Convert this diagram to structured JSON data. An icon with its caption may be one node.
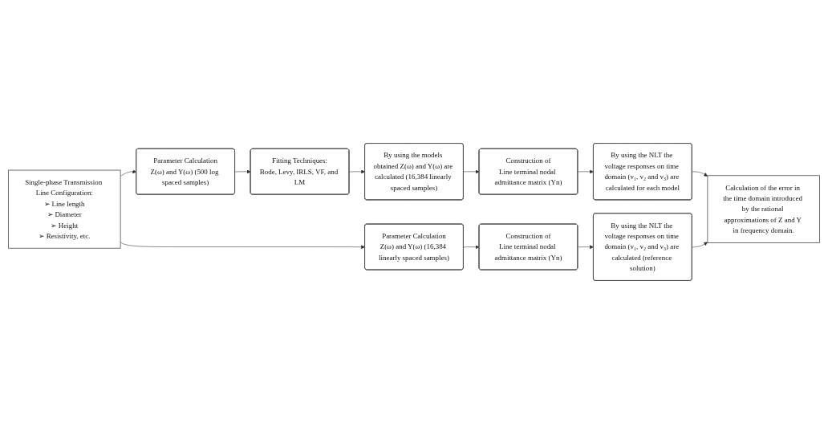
{
  "diagram": {
    "nodes": [
      {
        "text": [
          "Parameter Calculation",
          "Z(ω) and Y(ω) (500 log spaced samples)"
        ]
      },
      {
        "text": [
          "Fitting Techniques:",
          "Bode, Levy, IRLS, VF, and LM"
        ]
      },
      {
        "text": [
          "By using the models obtained Z(ω) and Y(ω) are calculated (16,384 linearly spaced samples)"
        ]
      },
      {
        "text": [
          "Construction of",
          "Line terminal nodal admittance matrix (Yn)"
        ]
      },
      {
        "text": [
          "Single-phase Transmission Line Configuration:",
          "➢ Line length",
          "➢ Diameter",
          "➢ Height",
          "➢ Resistivity, etc."
        ]
      },
      {
        "text": [
          "By using the NLT the voltage responses on time domain (v₁, v₂ and v₃) are calculated for each model"
        ]
      },
      {
        "text": [
          "Parameter Calculation",
          "Z(ω) and Y(ω) (16,384 linearly spaced samples)"
        ]
      },
      {
        "text": [
          "Construction of",
          "Line terminal nodal admittance matrix (Yn)"
        ]
      },
      {
        "text": [
          "By using the NLT the voltage responses on time domain (v₁, v₂ and v₃) are calculated (reference solution)"
        ]
      },
      {
        "text": [
          "Calculation of the error in the time domain introduced by the rational approximations of Z and Y in frequency domain."
        ]
      }
    ],
    "edges": [
      {
        "from": 4,
        "to": 0,
        "arrow": "to"
      },
      {
        "from": 0,
        "to": 1,
        "arrow": "to"
      },
      {
        "from": 1,
        "to": 2,
        "arrow": "to"
      },
      {
        "from": 2,
        "to": 3,
        "arrow": "to"
      },
      {
        "from": 3,
        "to": 5,
        "arrow": "to"
      },
      {
        "from": 5,
        "to": 9,
        "arrow": "to"
      },
      {
        "from": 4,
        "to": 6,
        "arrow": "to"
      },
      {
        "from": 6,
        "to": 7,
        "arrow": "to"
      },
      {
        "from": 7,
        "to": 8,
        "arrow": "to"
      },
      {
        "from": 8,
        "to": 9,
        "arrow": "to"
      }
    ]
  }
}
